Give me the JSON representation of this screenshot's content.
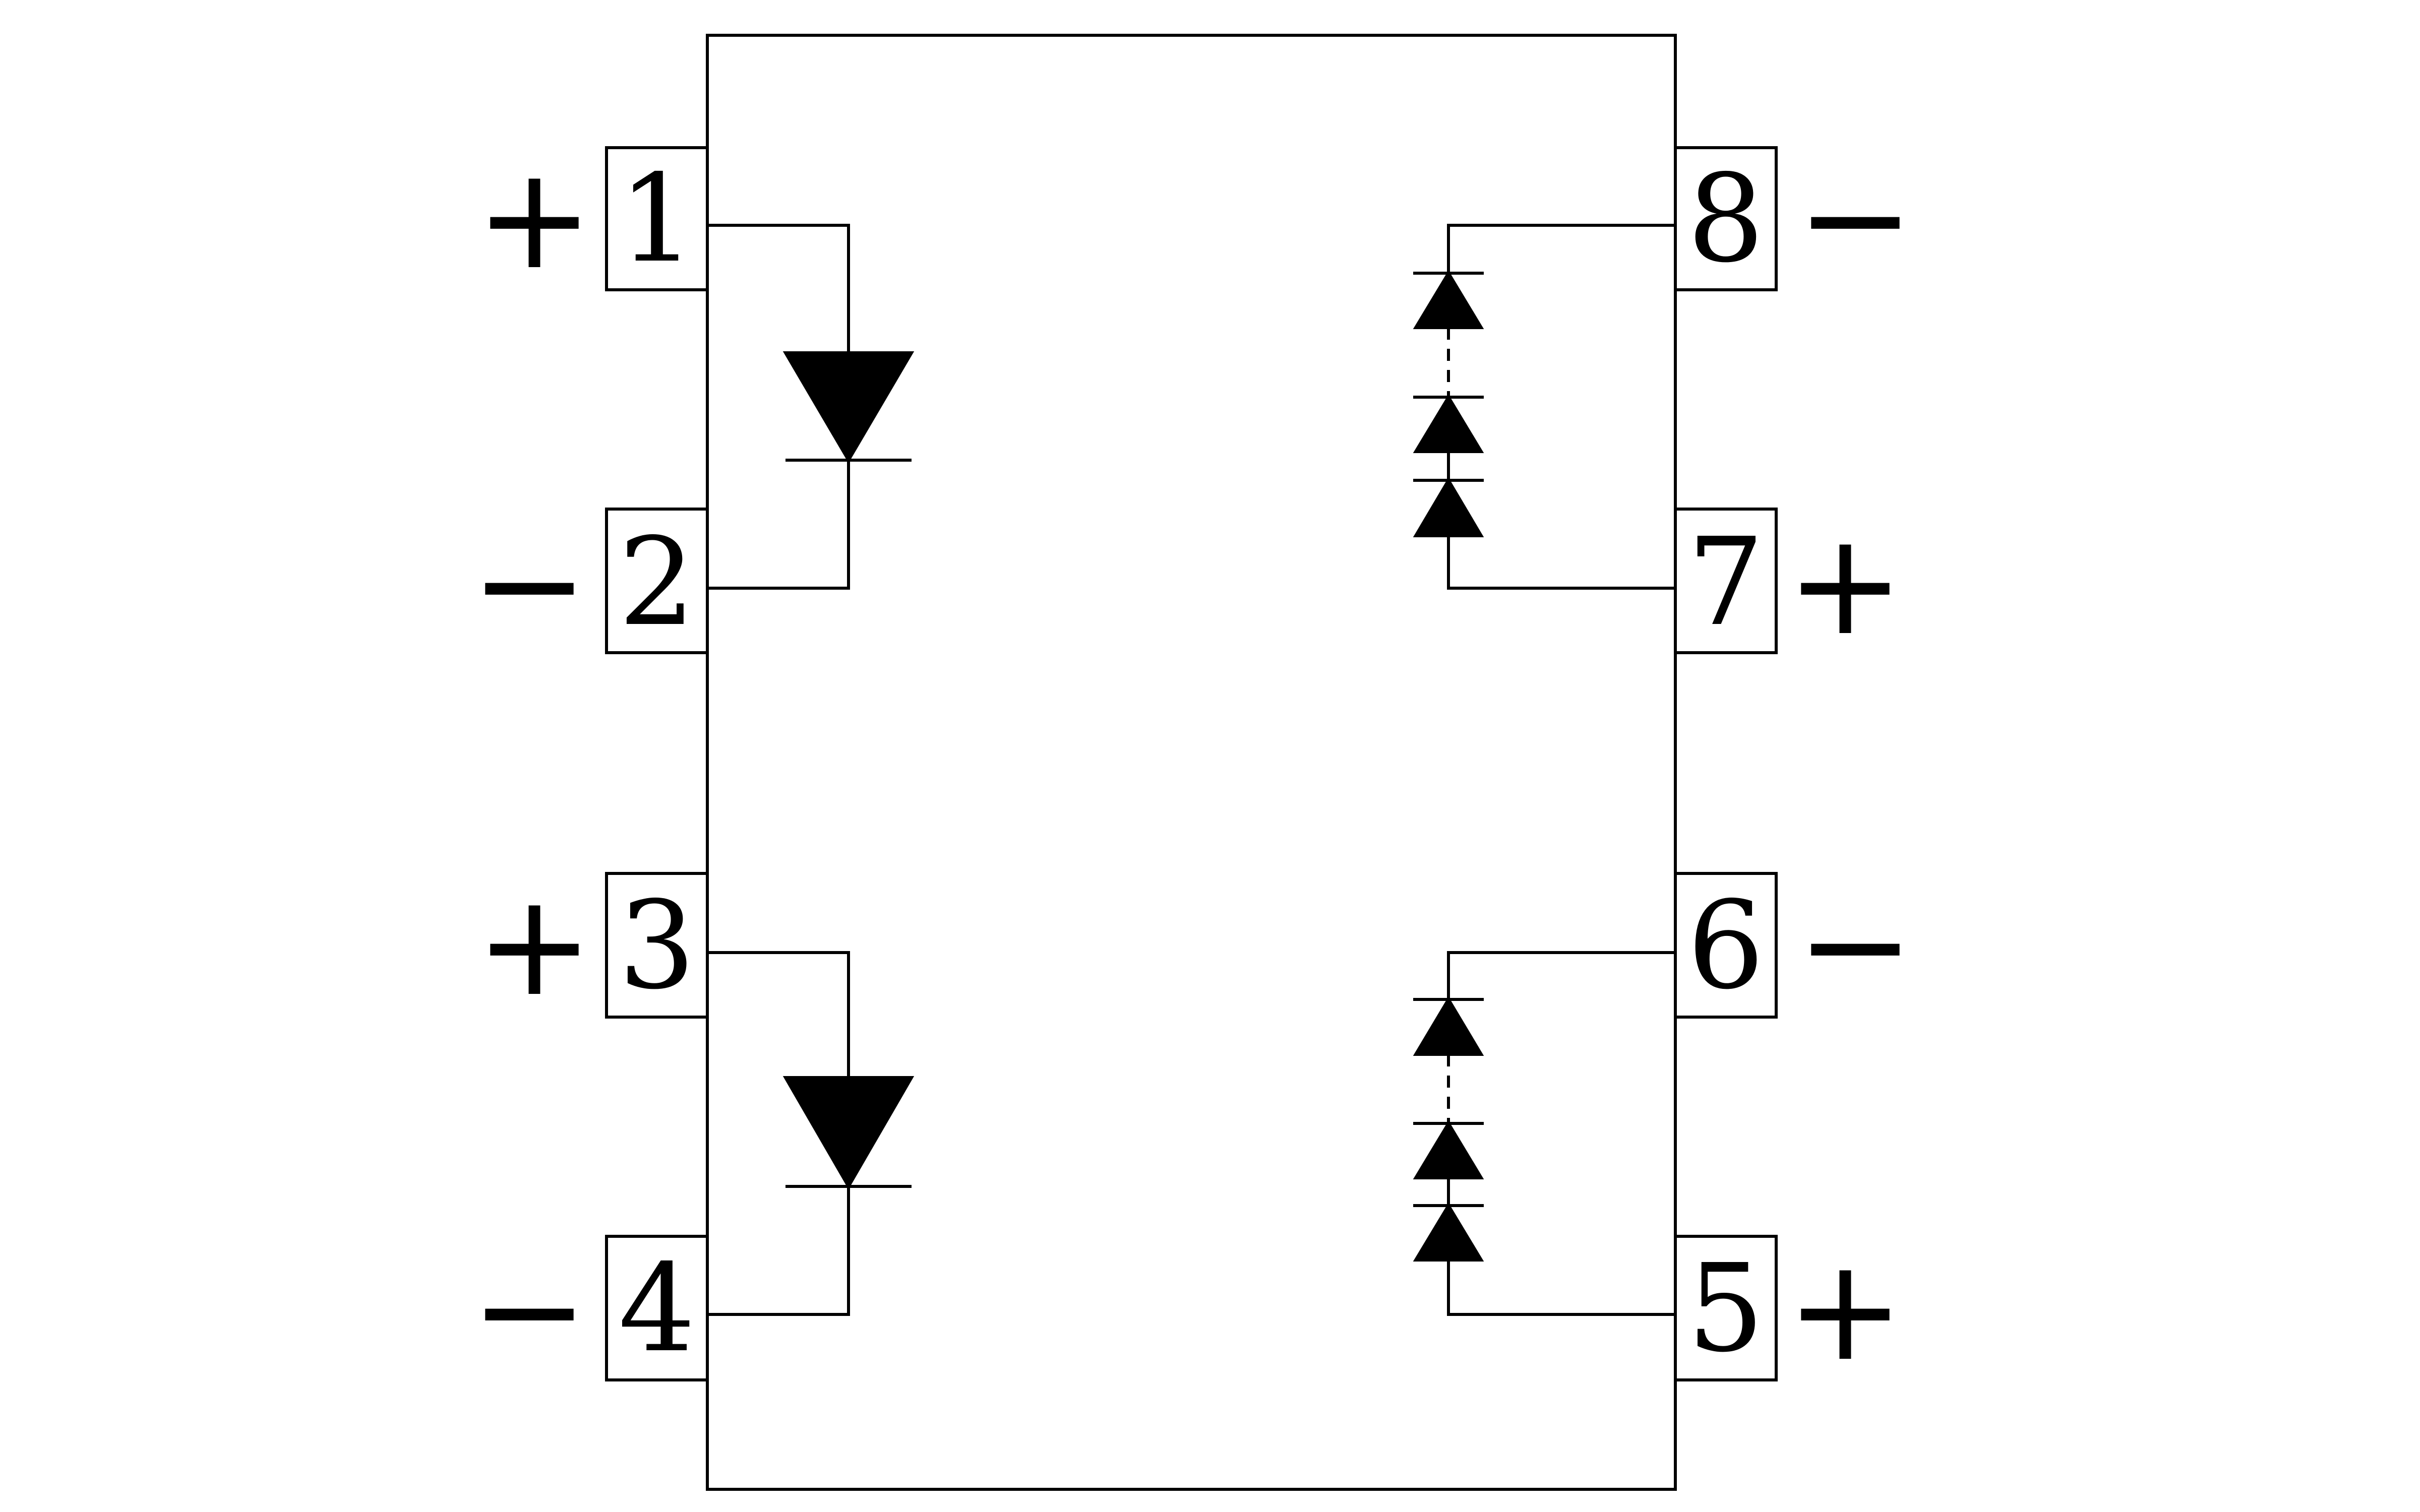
{
  "pins_left": [
    {
      "number": "1",
      "polarity": "+"
    },
    {
      "number": "2",
      "polarity": "−"
    },
    {
      "number": "3",
      "polarity": "+"
    },
    {
      "number": "4",
      "polarity": "−"
    }
  ],
  "pins_right": [
    {
      "number": "8",
      "polarity": "−"
    },
    {
      "number": "7",
      "polarity": "+"
    },
    {
      "number": "6",
      "polarity": "−"
    },
    {
      "number": "5",
      "polarity": "+"
    }
  ],
  "colors": {
    "line": "#000000",
    "background": "#ffffff"
  }
}
